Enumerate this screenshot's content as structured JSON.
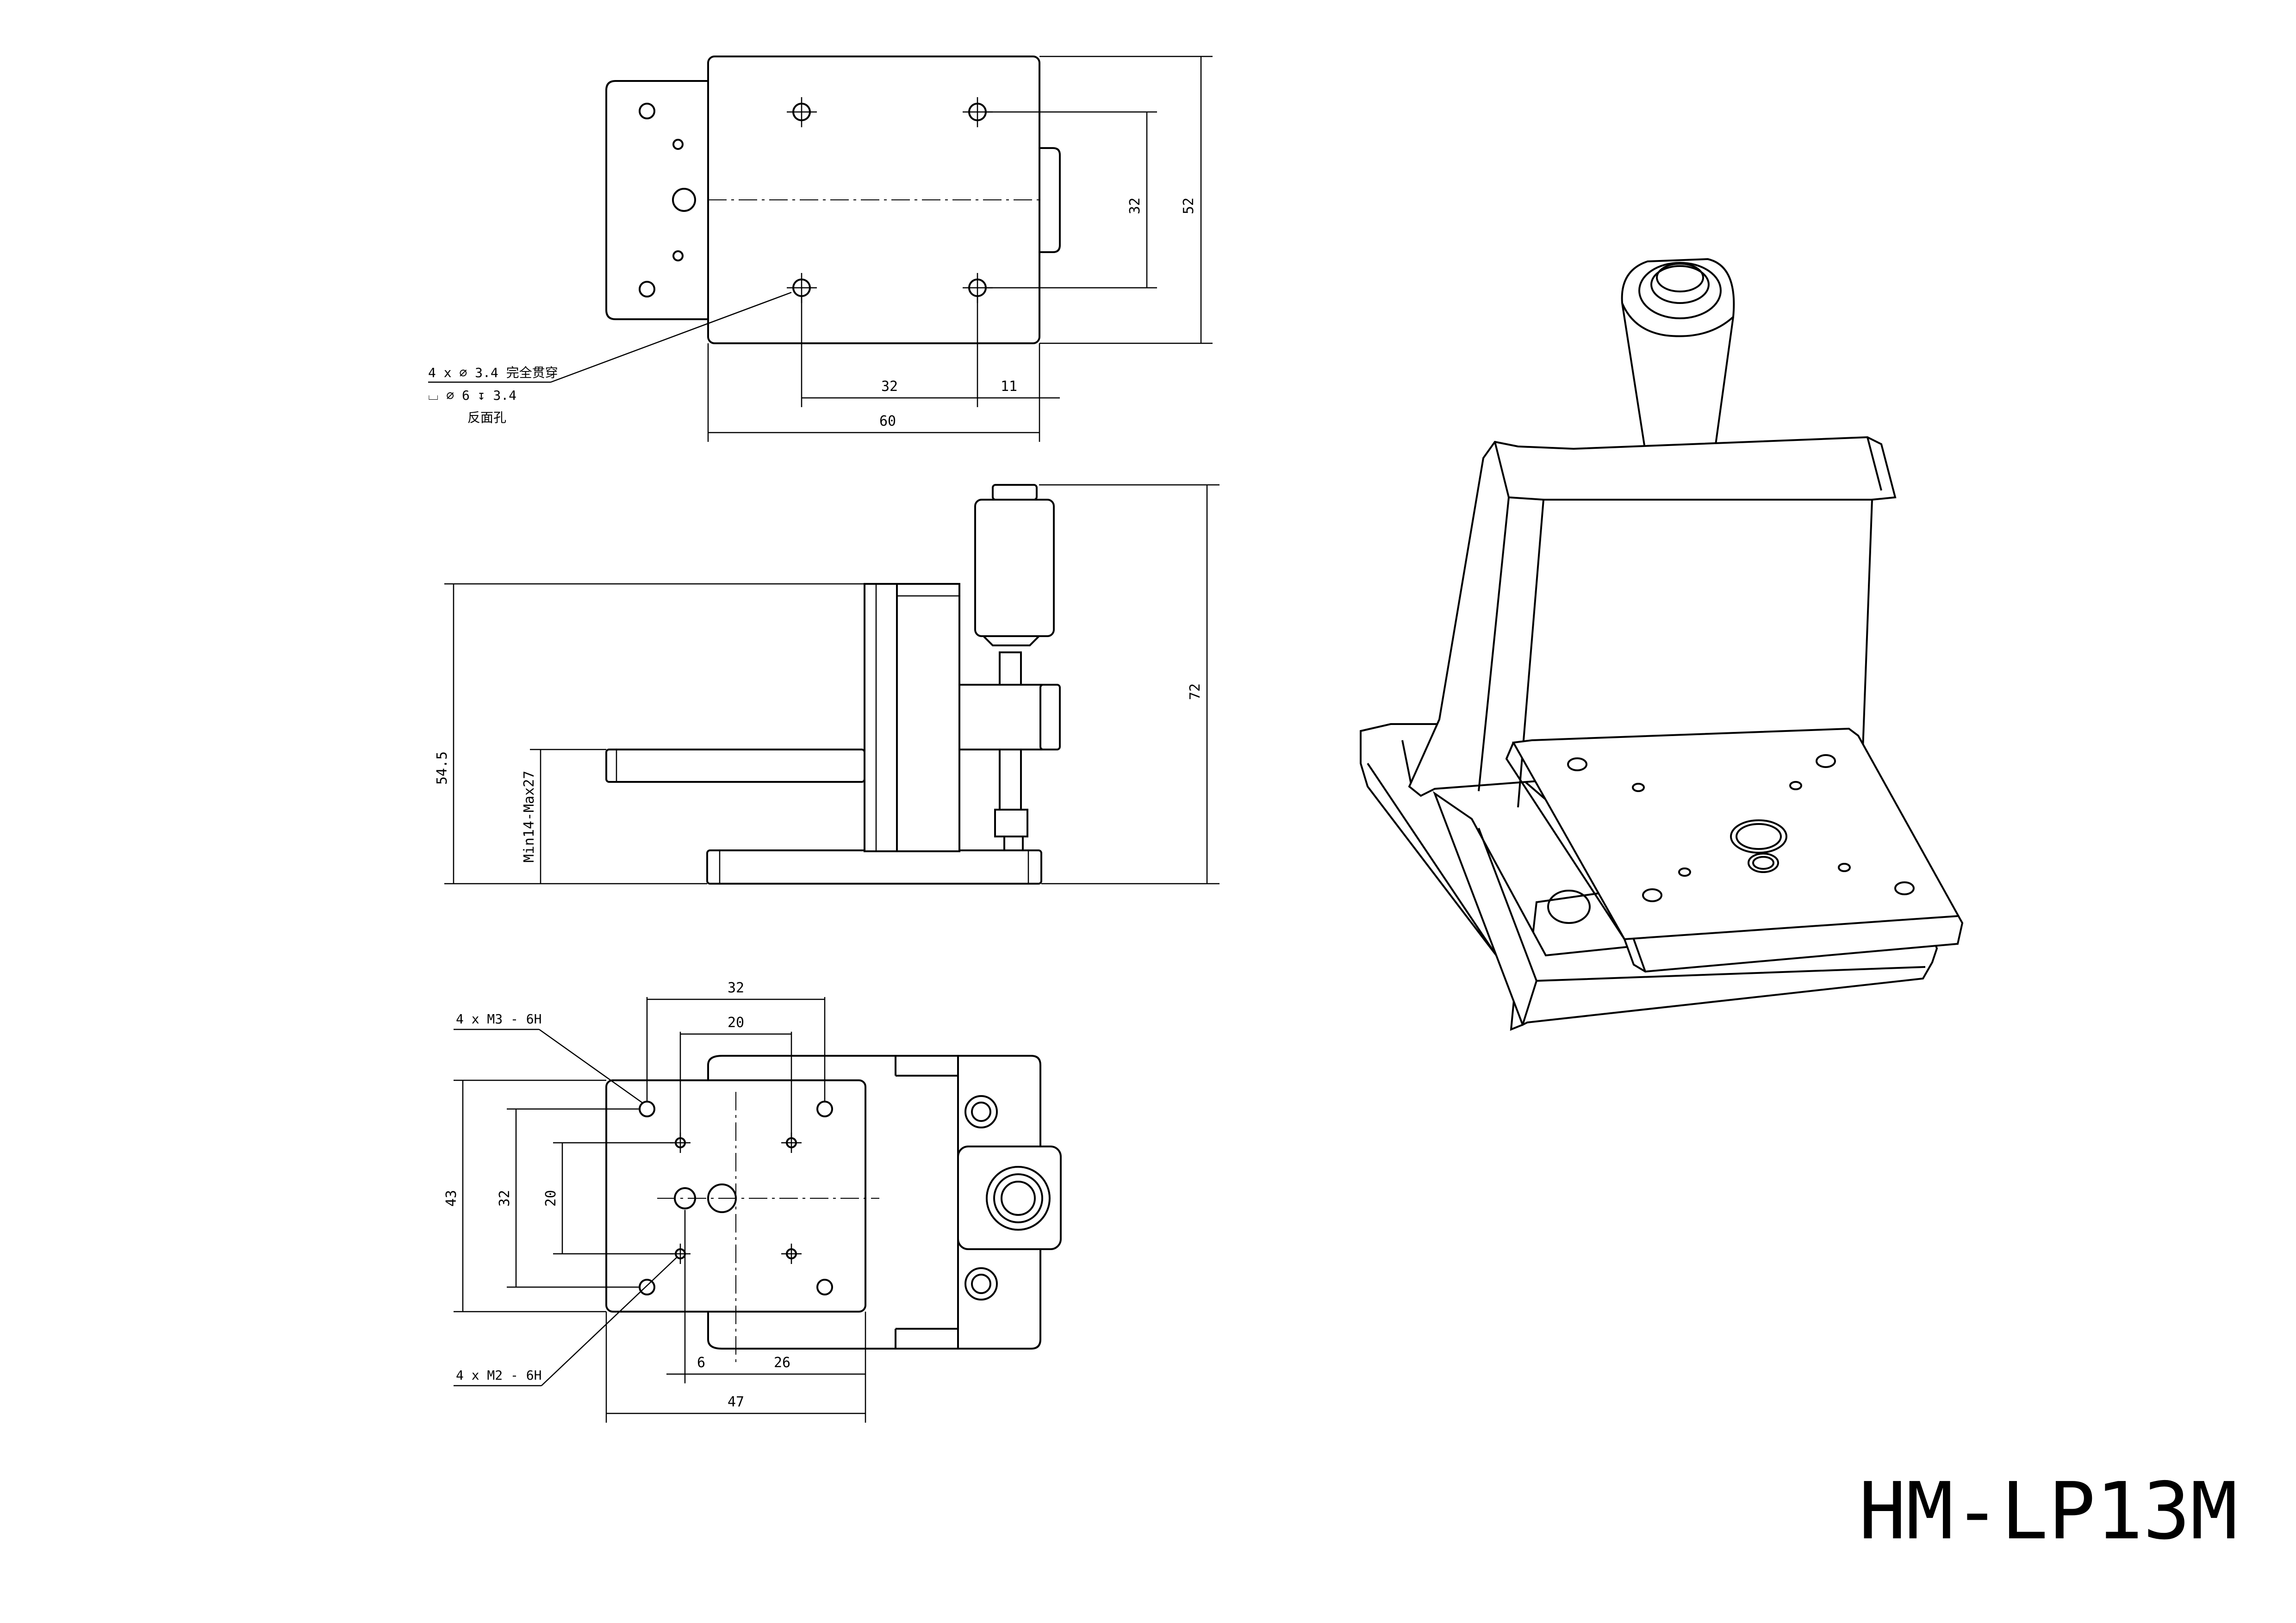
{
  "model": "HM-LP13M",
  "top_view": {
    "dim_height": "52",
    "dim_hole_spacing_v": "32",
    "dim_hole_spacing_h": "32",
    "dim_offset": "11",
    "dim_width": "60",
    "note_line1": "4 x ⌀ 3.4 完全贯穿",
    "note_line2": "⌴ ⌀ 6 ↧ 3.4",
    "note_line3": "反面孔"
  },
  "side_view": {
    "dim_total_height": "72",
    "dim_platform_height": "54.5",
    "dim_travel": "Min14-Max27"
  },
  "bottom_view": {
    "dim_top_32": "32",
    "dim_top_20": "20",
    "dim_left_43": "43",
    "dim_left_32": "32",
    "dim_left_20": "20",
    "dim_bottom_6": "6",
    "dim_bottom_26": "26",
    "dim_bottom_47": "47",
    "note_m3": "4 x M3 - 6H",
    "note_m2": "4 x M2 - 6H"
  }
}
